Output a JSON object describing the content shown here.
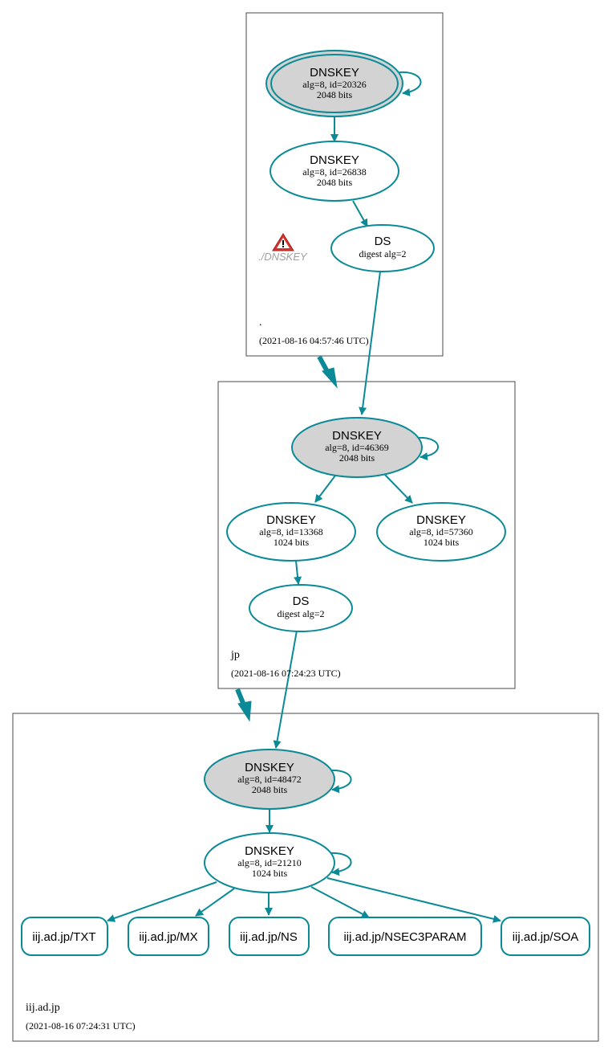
{
  "colors": {
    "edge": "#0a8a96",
    "ksk_fill": "#d3d3d3",
    "node_fill": "#ffffff",
    "box_stroke": "#4a4a4a",
    "warning": "#d9342b"
  },
  "zones": {
    "root": {
      "name": ".",
      "timestamp": "(2021-08-16 04:57:46 UTC)",
      "warning_label": "./DNSKEY",
      "ksk": {
        "title": "DNSKEY",
        "alg": "alg=8, id=20326",
        "bits": "2048 bits"
      },
      "zsk": {
        "title": "DNSKEY",
        "alg": "alg=8, id=26838",
        "bits": "2048 bits"
      },
      "ds": {
        "title": "DS",
        "digest": "digest alg=2"
      }
    },
    "jp": {
      "name": "jp",
      "timestamp": "(2021-08-16 07:24:23 UTC)",
      "ksk": {
        "title": "DNSKEY",
        "alg": "alg=8, id=46369",
        "bits": "2048 bits"
      },
      "zsk1": {
        "title": "DNSKEY",
        "alg": "alg=8, id=13368",
        "bits": "1024 bits"
      },
      "zsk2": {
        "title": "DNSKEY",
        "alg": "alg=8, id=57360",
        "bits": "1024 bits"
      },
      "ds": {
        "title": "DS",
        "digest": "digest alg=2"
      }
    },
    "iij": {
      "name": "iij.ad.jp",
      "timestamp": "(2021-08-16 07:24:31 UTC)",
      "ksk": {
        "title": "DNSKEY",
        "alg": "alg=8, id=48472",
        "bits": "2048 bits"
      },
      "zsk": {
        "title": "DNSKEY",
        "alg": "alg=8, id=21210",
        "bits": "1024 bits"
      },
      "rrsets": {
        "txt": "iij.ad.jp/TXT",
        "mx": "iij.ad.jp/MX",
        "ns": "iij.ad.jp/NS",
        "nsec3param": "iij.ad.jp/NSEC3PARAM",
        "soa": "iij.ad.jp/SOA"
      }
    }
  }
}
